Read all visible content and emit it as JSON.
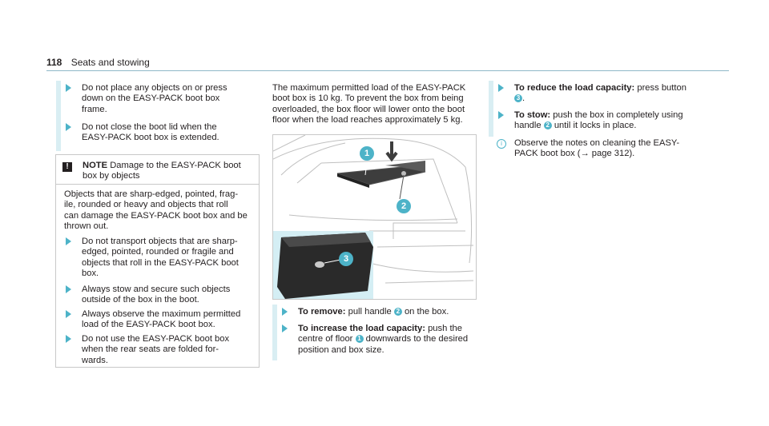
{
  "header": {
    "page_number": "118",
    "section": "Seats and stowing"
  },
  "col1": {
    "bullets_top": [
      [
        "Do not place any objects on or press",
        "down on the EASY-PACK boot box",
        "frame."
      ],
      [
        "Do not close the boot lid when the",
        "EASY-PACK boot box is extended."
      ]
    ],
    "note": {
      "icon": "!",
      "head_bold": "NOTE",
      "head_line1": "Damage to the EASY-PACK boot",
      "head_line2": "box by objects"
    },
    "intro": [
      "Objects that are sharp-edged, pointed, frag-",
      "ile, rounded or heavy and objects that roll",
      "can damage the EASY-PACK boot box and be",
      "thrown out."
    ],
    "bullets": [
      [
        "Do not transport objects that are sharp-",
        "edged, pointed, rounded or fragile and",
        "objects that roll in the EASY-PACK boot",
        "box."
      ],
      [
        "Always stow and secure such objects",
        "outside of the box in the boot."
      ],
      [
        "Always observe the maximum permitted",
        "load of the EASY-PACK boot box."
      ],
      [
        "Do not use the EASY-PACK boot box",
        "when the rear seats are folded for-",
        "wards."
      ]
    ]
  },
  "col2": {
    "para": [
      "The maximum permitted load of the EASY-PACK",
      "boot box is 10 kg. To prevent the box from being",
      "overloaded, the box floor will lower onto the boot",
      "floor when the load reaches approximately 5 kg."
    ],
    "figure": {
      "callout1": "1",
      "callout2": "2",
      "callout3": "3"
    },
    "remove": {
      "bold": "To remove:",
      "a": "pull handle",
      "n": "2",
      "b": "on the box."
    },
    "increase": {
      "bold": "To increase the load capacity:",
      "a": "push the",
      "line2a": "centre of floor",
      "n": "1",
      "line2b": "downwards to the desired",
      "line3": "position and box size."
    }
  },
  "col3": {
    "reduce": {
      "bold": "To reduce the load capacity:",
      "a": "press button",
      "n": "3",
      "b": "."
    },
    "stow": {
      "bold": "To stow:",
      "a": "push the box in completely using",
      "line2a": "handle",
      "n": "2",
      "line2b": "until it locks in place."
    },
    "info": {
      "icon": "i",
      "line1": "Observe the notes on cleaning the EASY-",
      "line2": "PACK boot box (→ page 312)."
    }
  }
}
